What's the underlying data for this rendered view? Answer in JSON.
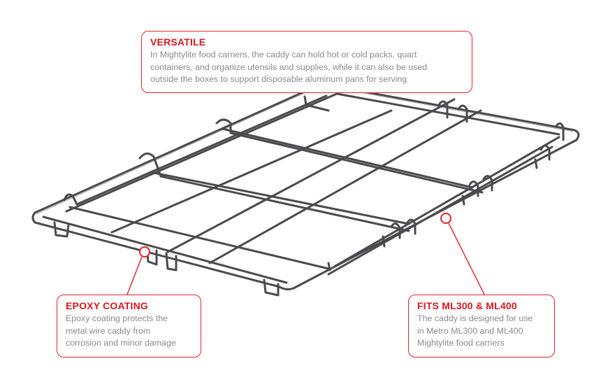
{
  "product": {
    "image_icon": "wire-caddy-rack",
    "wire_color": "#4a4a4e",
    "accent_color": "#e2232a"
  },
  "callouts": {
    "versatile": {
      "title": "VERSATILE",
      "lines": [
        "In Mightylite food carriers, the caddy can hold hot or cold packs, quart",
        "containers, and organize utensils and supplies, while it can also be used",
        "outside the boxes to support disposable aluminum pans for serving"
      ]
    },
    "epoxy": {
      "title": "EPOXY COATING",
      "lines": [
        "Epoxy coating protects the",
        "metal wire caddy from",
        "corrosion and minor damage"
      ]
    },
    "fits": {
      "title": "FITS ML300 & ML400",
      "lines": [
        "The caddy is designed for use",
        "in Metro ML300 and ML400",
        "Mightylite food carriers"
      ]
    }
  }
}
